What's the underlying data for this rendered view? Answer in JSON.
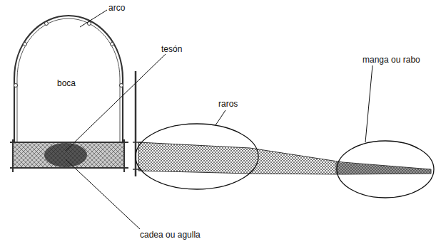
{
  "diagram": {
    "labels": [
      "arco",
      "tesón",
      "boca",
      "raros",
      "manga ou rabo",
      "cadea ou agulla"
    ]
  }
}
